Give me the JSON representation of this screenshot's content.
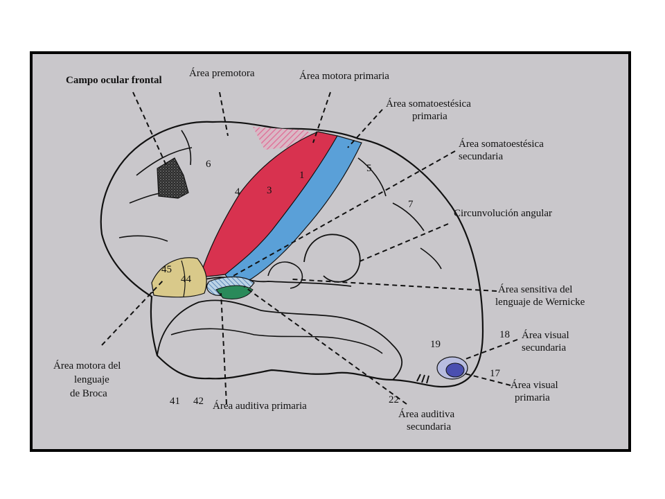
{
  "labels": {
    "campo_ocular": "Campo ocular frontal",
    "premotora": "Área premotora",
    "motora_primaria": "Área motora primaria",
    "somato_primaria_1": "Área somatoestésica",
    "somato_primaria_2": "primaria",
    "somato_secundaria_1": "Área somatoestésica",
    "somato_secundaria_2": "secundaria",
    "circunvolucion": "Circunvolución angular",
    "wernicke_1": "Área sensitiva del",
    "wernicke_2": "lenguaje de Wernicke",
    "visual_sec_1": "Área visual",
    "visual_sec_2": "secundaria",
    "visual_prim_1": "Área visual",
    "visual_prim_2": "primaria",
    "broca_1": "Área motora del",
    "broca_2": "lenguaje",
    "broca_3": "de Broca",
    "auditiva_primaria": "Área auditiva primaria",
    "auditiva_sec_1": "Área auditiva",
    "auditiva_sec_2": "secundaria"
  },
  "area_numbers": {
    "n6": "6",
    "n4": "4",
    "n3": "3",
    "n1": "1",
    "n5": "5",
    "n7": "7",
    "n45": "45",
    "n44": "44",
    "n41": "41",
    "n42": "42",
    "n22": "22",
    "n19": "19",
    "n18": "18",
    "n17": "17"
  },
  "colors": {
    "frame_background": "#c9c7cb",
    "motor_area": "#d8324f",
    "somatosensory_area": "#5aa0d8",
    "premotor_hatch": "#e27aa0",
    "broca_area": "#d9c98a",
    "frontal_eye_field": "#2b2b2b",
    "auditory_area": "#2a8a5a",
    "visual_area": "#4a4fb0"
  }
}
